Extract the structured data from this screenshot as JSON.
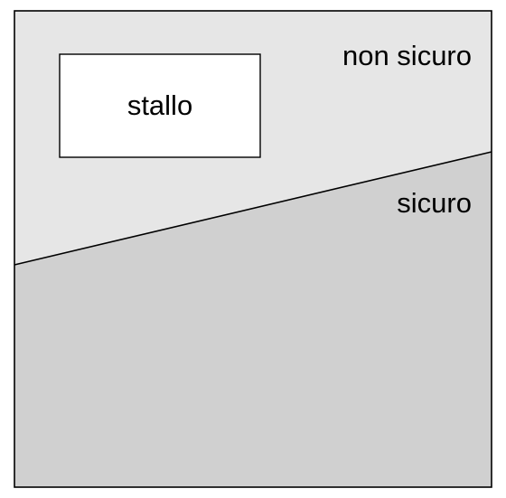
{
  "diagram": {
    "labels": {
      "unsafe": "non sicuro",
      "safe": "sicuro",
      "stall": "stallo"
    },
    "colors": {
      "unsafe_region": "#e6e6e6",
      "safe_region": "#d0d0d0",
      "stall_box": "#ffffff",
      "border": "#000000"
    }
  }
}
